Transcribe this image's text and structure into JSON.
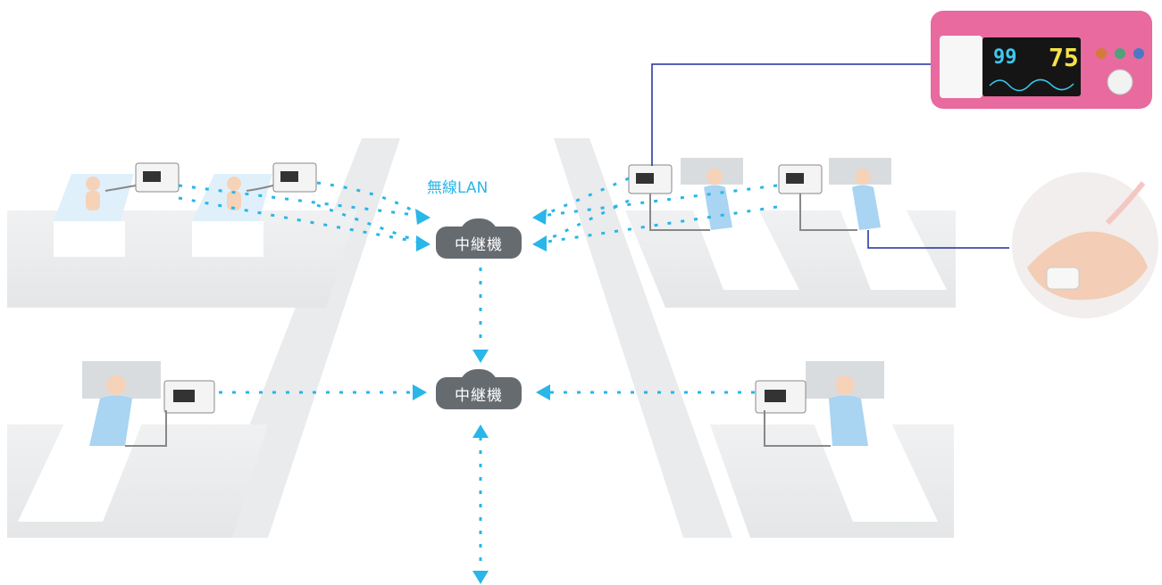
{
  "labels": {
    "wireless_lan": "無線LAN",
    "relay_top": "中継機",
    "relay_bottom": "中継機"
  },
  "monitor_readout": {
    "spo2": "99",
    "pulse_rate": "75"
  },
  "colors": {
    "signal": "#29b6e8",
    "cable": "#1e2f9b",
    "relay": "#666b70",
    "monitor_case": "#e86a9e",
    "patient": "#a9d4f2",
    "bed": "#ffffff",
    "floor": "#eceeef"
  }
}
